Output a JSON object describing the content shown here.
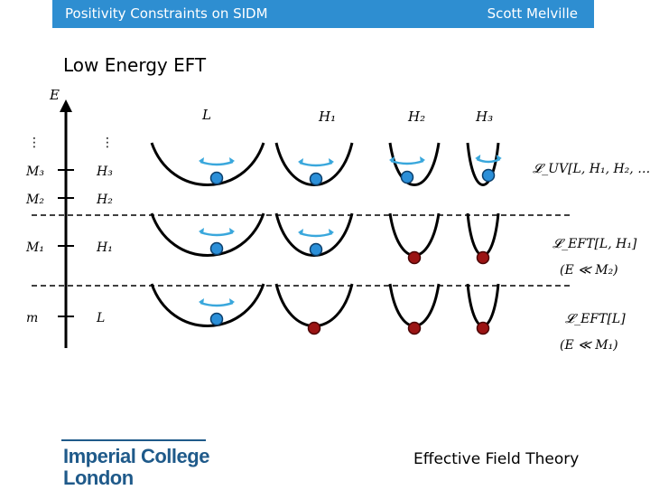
{
  "header": {
    "title": "Positivity Constraints on SIDM",
    "author": "Scott Melville"
  },
  "section_title": "Low Energy EFT",
  "axis": {
    "label": "E",
    "dots": "⋮",
    "left_levels": [
      "M₃",
      "M₂",
      "M₁",
      "m"
    ],
    "right_levels": [
      "H₃",
      "H₂",
      "H₁",
      "L"
    ]
  },
  "columns": [
    "L",
    "H₁",
    "H₂",
    "H₃"
  ],
  "theories": [
    {
      "name": "𝓛_UV[L, H₁, H₂, … ]",
      "condition": ""
    },
    {
      "name": "𝓛_EFT[L, H₁]",
      "condition": "(E ≪ M₂)"
    },
    {
      "name": "𝓛_EFT[L]",
      "condition": "(E ≪ M₁)"
    }
  ],
  "rows": [
    {
      "balls": [
        "dynamic",
        "dynamic",
        "dynamic",
        "dynamic"
      ]
    },
    {
      "balls": [
        "dynamic",
        "dynamic",
        "frozen",
        "frozen"
      ]
    },
    {
      "balls": [
        "dynamic",
        "frozen",
        "frozen",
        "frozen"
      ]
    }
  ],
  "colors": {
    "header": "#2e8ed1",
    "dynamic_ball": "#2b8fd8",
    "frozen_ball": "#9b1414",
    "arrow": "#39a7dc",
    "logo": "#1f5a8a"
  },
  "footer": {
    "logo_line1": "Imperial College",
    "logo_line2": "London",
    "caption": "Effective Field Theory"
  }
}
